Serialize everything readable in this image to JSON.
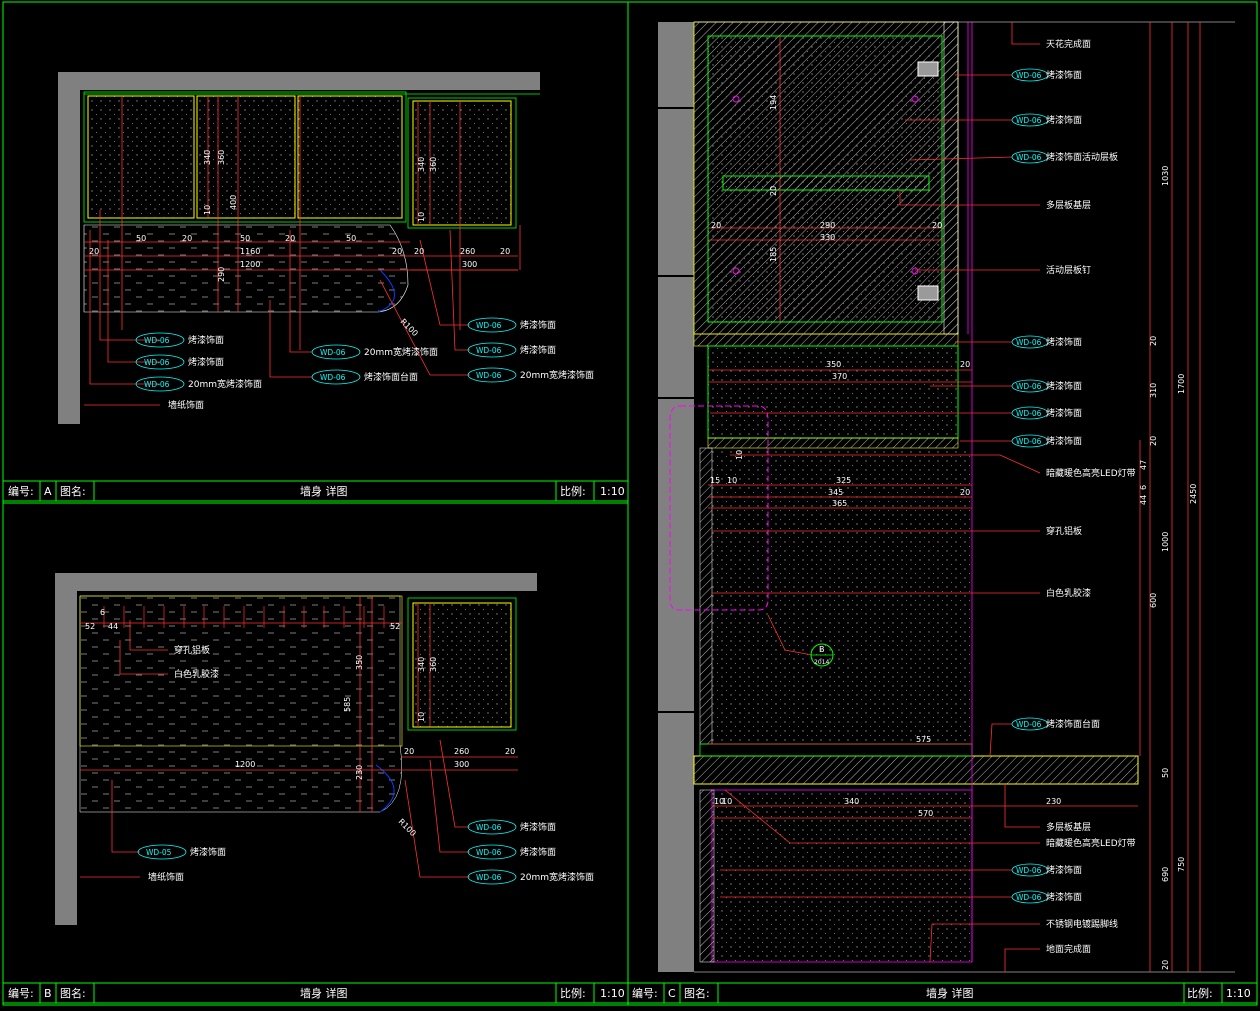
{
  "panels": {
    "A": {
      "title_bar": {
        "num_label": "编号:",
        "num": "A",
        "name_label": "图名:",
        "name": "墙身 详图",
        "scale_label": "比例:",
        "scale": "1:10"
      },
      "dims": [
        "50",
        "20",
        "50",
        "20",
        "50",
        "1160",
        "20",
        "20",
        "260",
        "20",
        "20",
        "1200",
        "300",
        "340",
        "360",
        "10",
        "400",
        "290",
        "340",
        "360",
        "10",
        "R100"
      ],
      "callouts": [
        {
          "tag": "WD-06",
          "text": "烤漆饰面"
        },
        {
          "tag": "WD-06",
          "text": "烤漆饰面"
        },
        {
          "tag": "WD-06",
          "text": "20mm宽烤漆饰面"
        },
        {
          "text": "墙纸饰面"
        },
        {
          "tag": "WD-06",
          "text": "20mm宽烤漆饰面"
        },
        {
          "tag": "WD-06",
          "text": "烤漆饰面台面"
        },
        {
          "tag": "WD-06",
          "text": "烤漆饰面"
        },
        {
          "tag": "WD-06",
          "text": "烤漆饰面"
        },
        {
          "tag": "WD-06",
          "text": "20mm宽烤漆饰面"
        }
      ]
    },
    "B": {
      "title_bar": {
        "num_label": "编号:",
        "num": "B",
        "name_label": "图名:",
        "name": "墙身 详图",
        "scale_label": "比例:",
        "scale": "1:10"
      },
      "dims": [
        "52",
        "6",
        "44",
        "52",
        "1200",
        "20",
        "260",
        "20",
        "300",
        "340",
        "360",
        "585",
        "350",
        "230",
        "10",
        "R100"
      ],
      "callouts": [
        {
          "text": "穿孔铝板"
        },
        {
          "text": "白色乳胶漆"
        },
        {
          "tag": "WD-05",
          "text": "烤漆饰面"
        },
        {
          "text": "墙纸饰面"
        },
        {
          "tag": "WD-06",
          "text": "烤漆饰面"
        },
        {
          "tag": "WD-06",
          "text": "烤漆饰面"
        },
        {
          "tag": "WD-06",
          "text": "20mm宽烤漆饰面"
        }
      ]
    },
    "C": {
      "title_bar": {
        "num_label": "编号:",
        "num": "C",
        "name_label": "图名:",
        "name": "墙身 详图",
        "scale_label": "比例:",
        "scale": "1:10"
      },
      "dims": [
        "194",
        "20",
        "185",
        "20",
        "290",
        "20",
        "330",
        "350",
        "20",
        "370",
        "10",
        "15",
        "10",
        "325",
        "345",
        "20",
        "365",
        "575",
        "10",
        "10",
        "340",
        "570",
        "230",
        "1030",
        "20",
        "310",
        "20",
        "1700",
        "2450",
        "1000",
        "600",
        "50",
        "47",
        "6",
        "44",
        "690",
        "750",
        "20"
      ],
      "detail_ref": {
        "id": "B",
        "sheet": "2014"
      },
      "callouts": [
        {
          "text": "天花完成面"
        },
        {
          "tag": "WD-06",
          "text": "烤漆饰面"
        },
        {
          "tag": "WD-06",
          "text": "烤漆饰面"
        },
        {
          "tag": "WD-06",
          "text": "烤漆饰面活动层板"
        },
        {
          "text": "多层板基层"
        },
        {
          "text": "活动层板钉"
        },
        {
          "tag": "WD-06",
          "text": "烤漆饰面"
        },
        {
          "tag": "WD-06",
          "text": "烤漆饰面"
        },
        {
          "tag": "WD-06",
          "text": "烤漆饰面"
        },
        {
          "tag": "WD-06",
          "text": "烤漆饰面"
        },
        {
          "text": "暗藏暖色高亮LED灯带"
        },
        {
          "text": "穿孔铝板"
        },
        {
          "text": "白色乳胶漆"
        },
        {
          "tag": "WD-06",
          "text": "烤漆饰面台面"
        },
        {
          "text": "多层板基层"
        },
        {
          "text": "暗藏暖色高亮LED灯带"
        },
        {
          "tag": "WD-06",
          "text": "烤漆饰面"
        },
        {
          "tag": "WD-06",
          "text": "烤漆饰面"
        },
        {
          "text": "不锈钢电镀踢脚线"
        },
        {
          "text": "地面完成面"
        }
      ]
    }
  },
  "colors": {
    "frame": "#00ff00",
    "dim": "#ffffff",
    "tag": "#00ffff",
    "wall": "#808080",
    "yellow": "#ffff00",
    "magenta": "#ff00ff",
    "red": "#ff3030",
    "cyan": "#00ffff"
  }
}
